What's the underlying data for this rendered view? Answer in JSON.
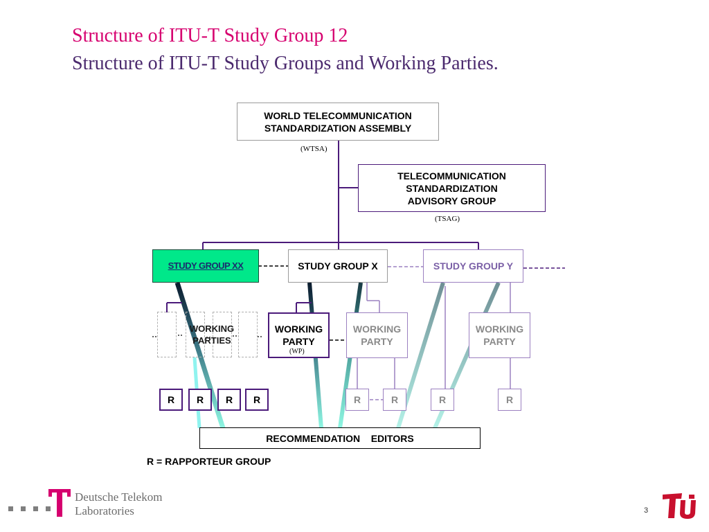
{
  "titles": {
    "main": "Structure of ITU-T Study Group 12",
    "sub": "Structure of ITU-T Study Groups and Working Parties."
  },
  "boxes": {
    "wtsa": "WORLD  TELECOMMUNICATION\nSTANDARDIZATION  ASSEMBLY",
    "wtsa_abbr": "(WTSA)",
    "tsag": "TELECOMMUNICATION\nSTANDARDIZATION\nADVISORY GROUP",
    "tsag_abbr": "(TSAG)",
    "sg_xx": "STUDY GROUP XX",
    "sg_x": "STUDY GROUP X",
    "sg_y": "STUDY GROUP Y",
    "wp_group": "WORKING\nPARTIES",
    "wp_main": "WORKING\nPARTY",
    "wp_abbr": "(WP)",
    "wp_x": "WORKING\nPARTY",
    "wp_y": "WORKING\nPARTY",
    "rec_editors": "RECOMMENDATION    EDITORS",
    "rapporteur": "R"
  },
  "legend": "R = RAPPORTEUR GROUP",
  "footer": {
    "brand": "Deutsche Telekom\nLaboratories",
    "page_number": "3"
  },
  "colors": {
    "title_main": "#d6006f",
    "title_sub": "#4b2a6e",
    "dark_purple": "#4b1a7a",
    "light_purple": "#9b80c0",
    "green_fill": "#00e88a",
    "cyan_line": "#7ff6dc"
  }
}
